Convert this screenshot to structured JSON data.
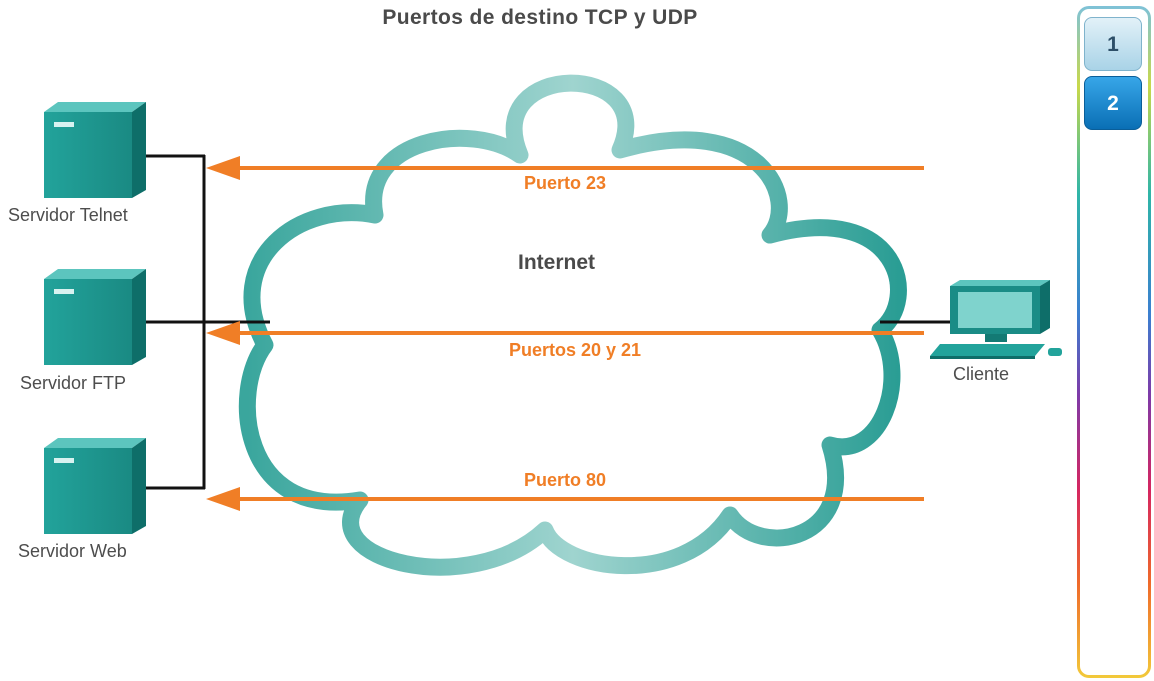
{
  "title": "Puertos de destino TCP y UDP",
  "servers": [
    {
      "label": "Servidor Telnet"
    },
    {
      "label": "Servidor FTP"
    },
    {
      "label": "Servidor Web"
    }
  ],
  "cloud": {
    "label": "Internet"
  },
  "client": {
    "label": "Cliente"
  },
  "ports": [
    {
      "label": "Puerto 23"
    },
    {
      "label": "Puertos 20 y 21"
    },
    {
      "label": "Puerto 80"
    }
  ],
  "steps": [
    "1",
    "2"
  ],
  "colors": {
    "arrow": "#f07e26",
    "cloud": "#2a9d94",
    "device": "#1a8c86",
    "text": "#4a4a4a",
    "active_step": "#1582cb"
  }
}
